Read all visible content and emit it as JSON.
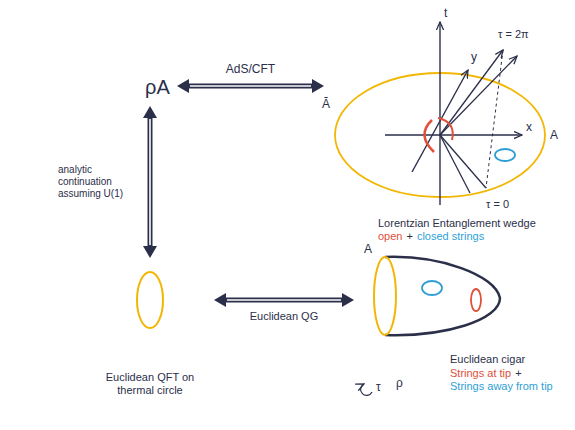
{
  "diagram": {
    "nodes": [
      {
        "text": [
          "ρA"
        ]
      },
      {
        "text": [
          "Lorentzian Entanglement wedge",
          "open",
          "+",
          "closed strings"
        ]
      },
      {
        "text": [
          "Euclidean QFT on thermal circle"
        ]
      },
      {
        "text": [
          "Euclidean cigar",
          "Strings at tip",
          "+",
          "Strings away from tip"
        ]
      }
    ],
    "edges": [
      {
        "from": 0,
        "to": 1,
        "arrow": "both",
        "label": "AdS/CFT"
      },
      {
        "from": 0,
        "to": 2,
        "arrow": "both",
        "label": "analytic continuation assuming U(1)"
      },
      {
        "from": 2,
        "to": 3,
        "arrow": "both",
        "label": "Euclidean QG"
      }
    ],
    "labels": [
      "t",
      "y",
      "x",
      "τ = 2π",
      "τ = 0",
      "Ā",
      "A",
      "A",
      "τ",
      "ρ"
    ]
  }
}
